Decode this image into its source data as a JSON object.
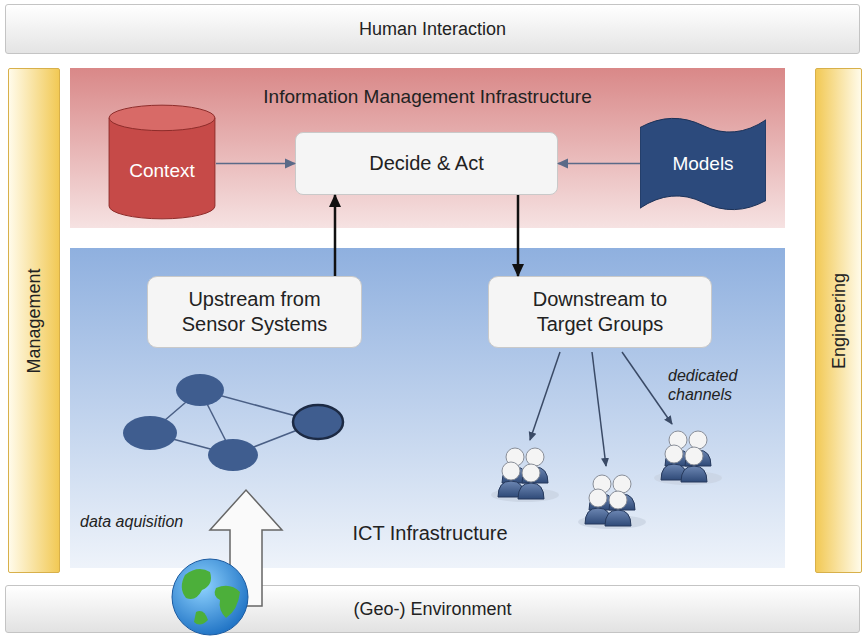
{
  "diagram": {
    "nodes": [
      {
        "text": [
          "Human Interaction"
        ]
      },
      {
        "text": [
          "Management"
        ]
      },
      {
        "text": [
          "Information Management Infrastructure"
        ]
      },
      {
        "text": [
          "Context"
        ],
        "in": 2
      },
      {
        "text": [
          "Decide & Act"
        ],
        "in": 2
      },
      {
        "text": [
          "Models"
        ],
        "in": 2
      },
      {
        "text": [
          "ICT Infrastructure"
        ]
      },
      {
        "text": [
          "Upstream from Sensor Systems"
        ],
        "in": 6
      },
      {
        "text": [
          "Downstream to Target Groups"
        ],
        "in": 6
      },
      {
        "text": [
          "Engineering"
        ]
      },
      {
        "text": [
          "(Geo-) Environment"
        ]
      }
    ],
    "edges": [
      {
        "from": 3,
        "to": 4,
        "arrow": "to"
      },
      {
        "from": 5,
        "to": 4,
        "arrow": "to"
      },
      {
        "from": 7,
        "to": 4,
        "arrow": "to"
      },
      {
        "from": 4,
        "to": 8,
        "arrow": "to"
      }
    ],
    "labels": [
      "data aquisition",
      "dedicated channels"
    ]
  }
}
